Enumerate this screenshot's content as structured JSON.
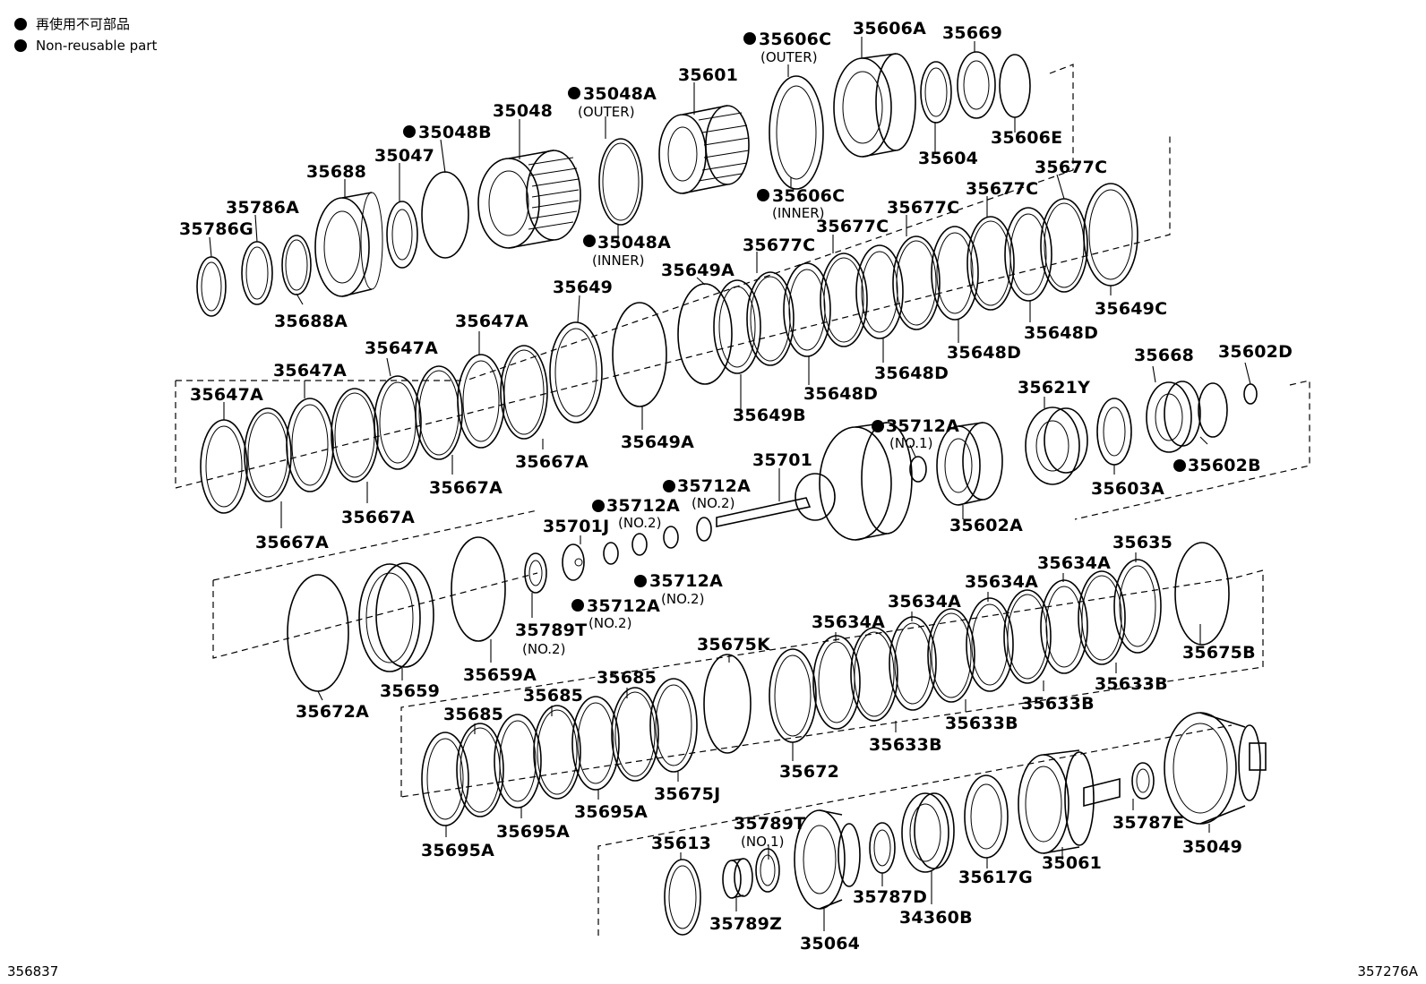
{
  "legend": {
    "jp": "再使用不可部品",
    "en": "Non-reusable part"
  },
  "footer": {
    "left_code": "356837",
    "right_code": "357276A"
  },
  "labels": {
    "p35606C_outer": "35606C",
    "p35606C_outer_sub": "(OUTER)",
    "p35606A": "35606A",
    "p35669": "35669",
    "p35601": "35601",
    "p35048A_outer": "35048A",
    "p35048A_outer_sub": "(OUTER)",
    "p35048": "35048",
    "p35048B": "35048B",
    "p35604": "35604",
    "p35606E": "35606E",
    "p35606C_inner": "35606C",
    "p35606C_inner_sub": "(INNER)",
    "p35688": "35688",
    "p35047": "35047",
    "p35786A": "35786A",
    "p35786G": "35786G",
    "p35048A_inner": "35048A",
    "p35048A_inner_sub": "(INNER)",
    "p35688A": "35688A",
    "p35677C_1": "35677C",
    "p35677C_2": "35677C",
    "p35677C_3": "35677C",
    "p35677C_4": "35677C",
    "p35677C_5": "35677C",
    "p35649A_top": "35649A",
    "p35649": "35649",
    "p35649C": "35649C",
    "p35648D_1": "35648D",
    "p35648D_2": "35648D",
    "p35648D_3": "35648D",
    "p35648D_4": "35648D",
    "p35647A_1": "35647A",
    "p35647A_2": "35647A",
    "p35647A_3": "35647A",
    "p35647A_4": "35647A",
    "p35649B": "35649B",
    "p35649A_bot": "35649A",
    "p35667A_1": "35667A",
    "p35667A_2": "35667A",
    "p35667A_3": "35667A",
    "p35667A_4": "35667A",
    "p35621Y": "35621Y",
    "p35668": "35668",
    "p35602D": "35602D",
    "p35712A_no1": "35712A",
    "p35712A_no1_sub": "(NO.1)",
    "p35701": "35701",
    "p35712A_no2a": "35712A",
    "p35712A_no2a_sub": "(NO.2)",
    "p35712A_no2b": "35712A",
    "p35712A_no2b_sub": "(NO.2)",
    "p35712A_no2c": "35712A",
    "p35712A_no2c_sub": "(NO.2)",
    "p35712A_no2d": "35712A",
    "p35712A_no2d_sub": "(NO.2)",
    "p35701J": "35701J",
    "p35603A": "35603A",
    "p35602B": "35602B",
    "p35602A": "35602A",
    "p35635": "35635",
    "p35634A_1": "35634A",
    "p35634A_2": "35634A",
    "p35634A_3": "35634A",
    "p35634A_4": "35634A",
    "p35789T_no2": "35789T",
    "p35789T_no2_sub": "(NO.2)",
    "p35659A": "35659A",
    "p35675K": "35675K",
    "p35675B": "35675B",
    "p35633B_1": "35633B",
    "p35633B_2": "35633B",
    "p35633B_3": "35633B",
    "p35633B_4": "35633B",
    "p35659": "35659",
    "p35672A": "35672A",
    "p35685_1": "35685",
    "p35685_2": "35685",
    "p35685_3": "35685",
    "p35672": "35672",
    "p35675J": "35675J",
    "p35695A_1": "35695A",
    "p35695A_2": "35695A",
    "p35695A_3": "35695A",
    "p35789T_no1": "35789T",
    "p35789T_no1_sub": "(NO.1)",
    "p35613": "35613",
    "p35787E": "35787E",
    "p35049": "35049",
    "p35061": "35061",
    "p35617G": "35617G",
    "p35787D": "35787D",
    "p34360B": "34360B",
    "p35789Z": "35789Z",
    "p35064": "35064"
  },
  "non_reusable": [
    "35606C",
    "35048A",
    "35048B",
    "35712A"
  ]
}
